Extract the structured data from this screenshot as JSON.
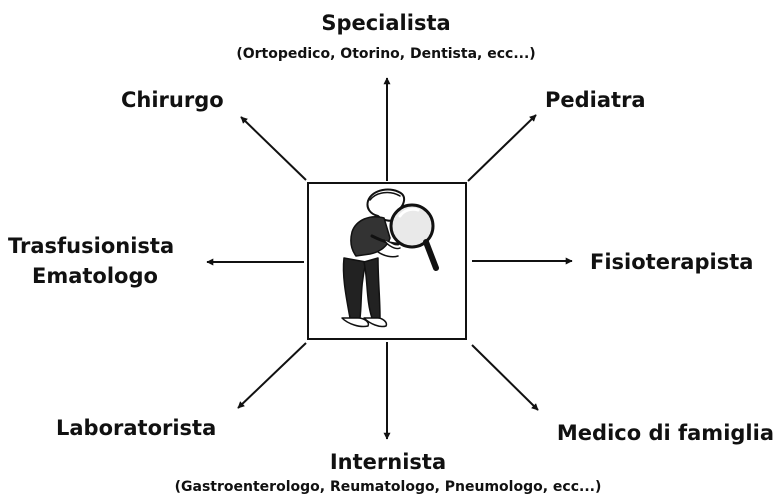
{
  "center": {
    "illustration_icon": "person-with-magnifying-glass-icon"
  },
  "nodes": {
    "specialista": {
      "label": "Specialista",
      "detail": "(Ortopedico, Otorino, Dentista, ecc...)"
    },
    "pediatra": {
      "label": "Pediatra"
    },
    "fisioterapista": {
      "label": "Fisioterapista"
    },
    "medico_famiglia": {
      "label": "Medico di famiglia"
    },
    "internista": {
      "label": "Internista",
      "detail": "(Gastroenterologo, Reumatologo, Pneumologo, ecc...)"
    },
    "laboratorista": {
      "label": "Laboratorista"
    },
    "trasfusionista": {
      "line1": "Trasfusionista",
      "line2": "Ematologo"
    },
    "chirurgo": {
      "label": "Chirurgo"
    }
  }
}
